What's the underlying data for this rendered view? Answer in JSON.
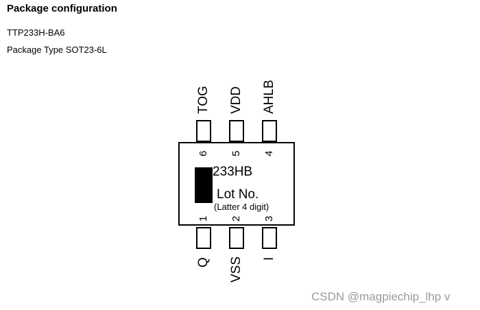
{
  "heading": "Package configuration",
  "part_number": "TTP233H-BA6",
  "package_type": "Package Type SOT23-6L",
  "chip": {
    "top_pins": [
      {
        "number": "6",
        "name": "TOG"
      },
      {
        "number": "5",
        "name": "VDD"
      },
      {
        "number": "4",
        "name": "AHLB"
      }
    ],
    "bottom_pins": [
      {
        "number": "1",
        "name": "Q"
      },
      {
        "number": "2",
        "name": "VSS"
      },
      {
        "number": "3",
        "name": "I"
      }
    ],
    "marking_model": "233HB",
    "marking_lot": "Lot No.",
    "marking_note": "(Latter 4 digit)"
  },
  "watermark": "CSDN @magpiechip_lhp  v"
}
